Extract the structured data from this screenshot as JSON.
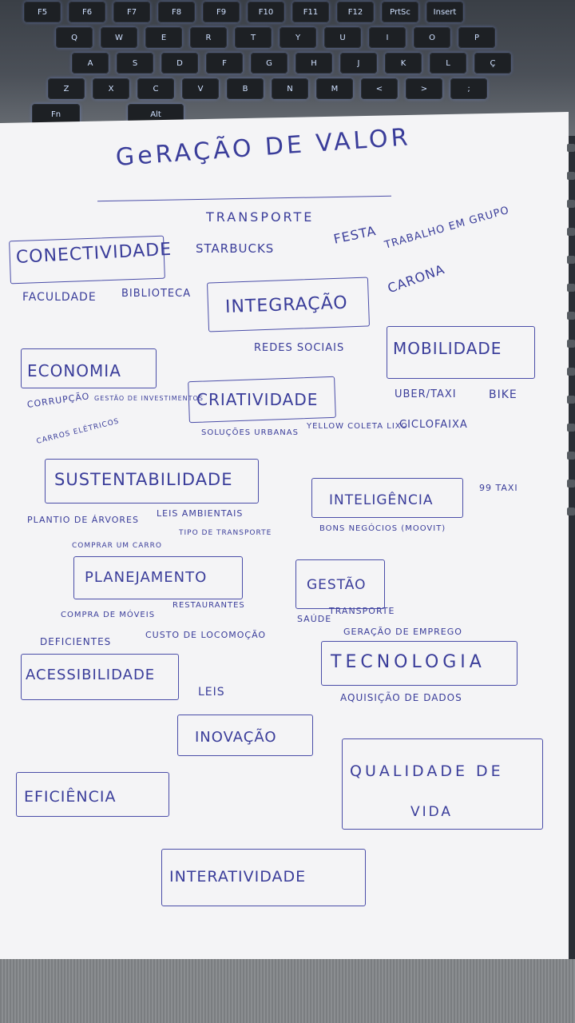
{
  "keyboard": {
    "rows": [
      [
        "F5",
        "F6",
        "F7",
        "F8",
        "F9",
        "F10",
        "F11",
        "F12",
        "PrtSc",
        "Insert"
      ],
      [
        "Q",
        "W",
        "E",
        "R",
        "T",
        "Y",
        "U",
        "I",
        "O",
        "P"
      ],
      [
        "A",
        "S",
        "D",
        "F",
        "G",
        "H",
        "J",
        "K",
        "L",
        "Ç"
      ],
      [
        "Z",
        "X",
        "C",
        "V",
        "B",
        "N",
        "M",
        "<",
        ">",
        ";"
      ],
      [
        "Fn",
        "Alt"
      ]
    ]
  },
  "page": {
    "title": "GeRAÇÃO DE VALOR",
    "nodes": {
      "conectividade": "CONECTIVIDADE",
      "transporte": "TRANSPORTE",
      "starbucks": "STARBUCKS",
      "faculdade": "FACULDADE",
      "biblioteca": "BIBLIOTECA",
      "festa": "FESTA",
      "trabalho_grupo": "TRABALHO EM GRUPO",
      "carona": "CARONA",
      "integracao": "INTEGRAÇÃO",
      "redes_sociais": "REDES SOCIAIS",
      "mobilidade": "MOBILIDADE",
      "uber_taxi": "UBER/TAXI",
      "bike": "BIKE",
      "ciclofaixa": "CICLOFAIXA",
      "economia": "ECONOMIA",
      "corrupcao": "CORRUPÇÃO",
      "gestao_investimentos": "GESTÃO DE INVESTIMENTOS",
      "criatividade": "CRIATIVIDADE",
      "solucoes_urbanas": "SOLUÇÕES URBANAS",
      "yellow_coleta": "YELLOW COLETA LIXO",
      "carros_eletricos": "CARROS ELÉTRICOS",
      "sustentabilidade": "SUSTENTABILIDADE",
      "plantio_arvores": "PLANTIO DE ÁRVORES",
      "leis_ambientais": "LEIS AMBIENTAIS",
      "inteligencia": "INTELIGÊNCIA",
      "99_taxi": "99 TAXI",
      "bons_negocios": "BONS NEGÓCIOS (MOOVIT)",
      "comprar_carro": "COMPRAR UM CARRO",
      "tipo_transporte": "TIPO DE TRANSPORTE",
      "planejamento": "PLANEJAMENTO",
      "compra_moveis": "COMPRA DE MÓVEIS",
      "restaurantes": "RESTAURANTES",
      "gestao": "GESTÃO",
      "saude": "SAÚDE",
      "transporte2": "TRANSPORTE",
      "deficientes": "DEFICIENTES",
      "custo_locomocao": "CUSTO DE LOCOMOÇÃO",
      "acessibilidade": "ACESSIBILIDADE",
      "geracao_emprego": "GERAÇÃO DE EMPREGO",
      "tecnologia": "TECNOLOGIA",
      "aquisicao_dados": "AQUISIÇÃO DE DADOS",
      "leis": "LEIS",
      "inovacao": "INOVAÇÃO",
      "eficiencia": "EFICIÊNCIA",
      "qualidade_vida_1": "QUALIDADE DE",
      "qualidade_vida_2": "VIDA",
      "interatividade": "INTERATIVIDADE"
    }
  },
  "colors": {
    "ink": "#3a3d9a",
    "paper": "#f4f4f6"
  }
}
